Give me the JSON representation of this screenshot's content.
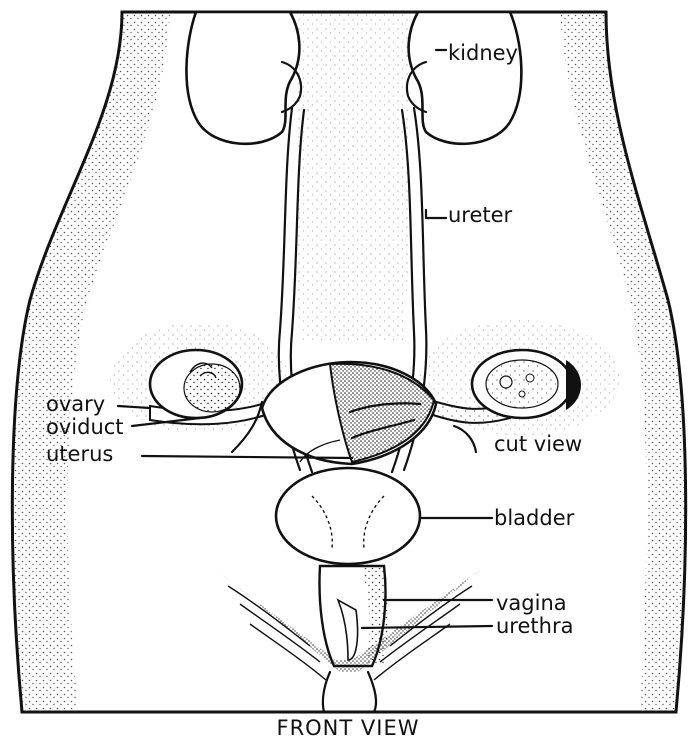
{
  "title": "FRONT VIEW",
  "labels": {
    "kidney": "kidney",
    "ureter": "ureter",
    "ovary": "ovary",
    "oviduct": "oviduct",
    "uterus": "uterus",
    "cut_view": "cut view",
    "bladder": "bladder",
    "vagina": "vagina",
    "urethra": "urethra"
  },
  "colors": {
    "ink": "#111111",
    "paper": "#ffffff"
  }
}
